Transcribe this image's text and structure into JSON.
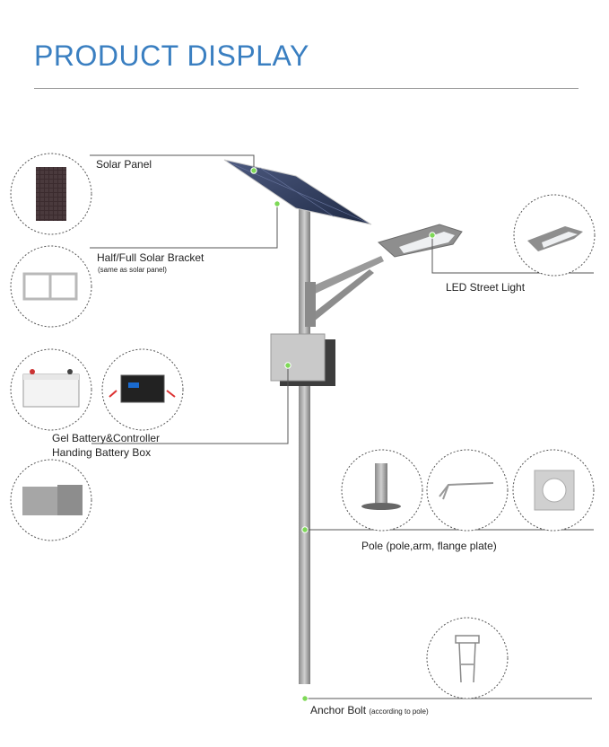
{
  "header": {
    "title": "PRODUCT DISPLAY"
  },
  "components": {
    "solar_panel": "Solar Panel",
    "bracket": "Half/Full Solar Bracket",
    "bracket_note": "(same as solar panel)",
    "led": "LED Street Light",
    "battery_line1": "Gel Battery&Controller",
    "battery_line2": "Handing Battery Box",
    "pole": "Pole (pole,arm, flange plate)",
    "anchor": "Anchor Bolt",
    "anchor_note": "(according to pole)"
  },
  "colors": {
    "title": "#3a7fc1",
    "dot": "#7ed957",
    "line": "#555555"
  }
}
